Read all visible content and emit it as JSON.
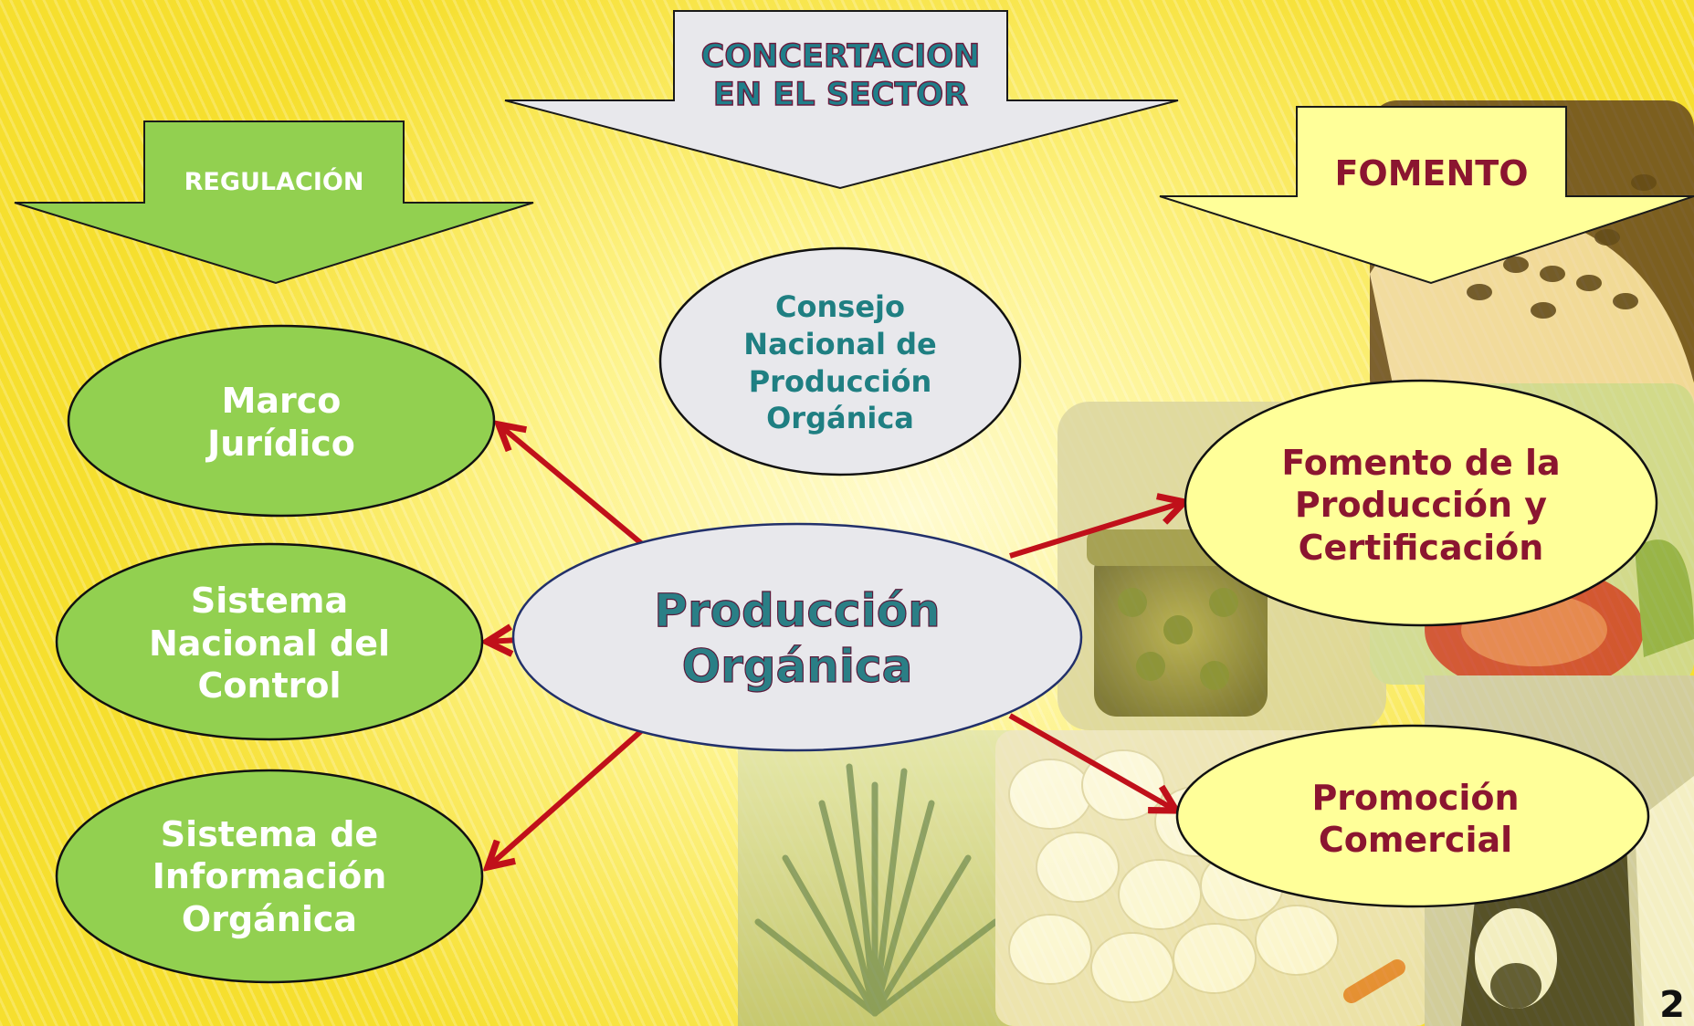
{
  "arrows": {
    "concertacion": "CONCERTACION\nEN EL SECTOR",
    "regulacion": "REGULACIÓN",
    "fomento": "FOMENTO"
  },
  "center": {
    "label": "Producción\nOrgánica"
  },
  "council": {
    "label": "Consejo\nNacional de\nProducción\nOrgánica"
  },
  "left_nodes": [
    {
      "label": "Marco\nJurídico"
    },
    {
      "label": "Sistema\nNacional del\nControl"
    },
    {
      "label": "Sistema de\nInformación\nOrgánica"
    }
  ],
  "right_nodes": [
    {
      "label": "Fomento de la\nProducción y\nCertificación"
    },
    {
      "label": "Promoción\nComercial"
    }
  ],
  "page_number": "2",
  "colors": {
    "green_node": "#92d050",
    "yellow_node": "#ffff99",
    "gray_node": "#e8e8ec",
    "connector": "#c0101a",
    "dark_red_text": "#8b1530",
    "teal_text": "#1f7f82"
  },
  "photo_icons": [
    "coffee-beans-photo",
    "olives-jar-photo",
    "tomato-salad-photo",
    "agave-plant-photo",
    "mushrooms-photo",
    "cow-photo"
  ]
}
